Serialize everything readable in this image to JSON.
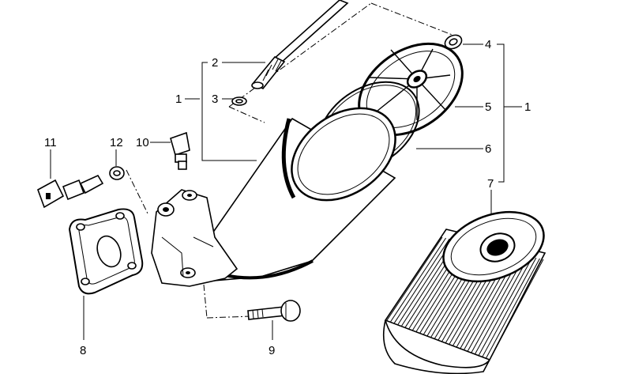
{
  "parts": [
    {
      "id": "p1a",
      "label": "1"
    },
    {
      "id": "p1b",
      "label": "1"
    },
    {
      "id": "p2",
      "label": "2"
    },
    {
      "id": "p3",
      "label": "3"
    },
    {
      "id": "p4",
      "label": "4"
    },
    {
      "id": "p5",
      "label": "5"
    },
    {
      "id": "p6",
      "label": "6"
    },
    {
      "id": "p7",
      "label": "7"
    },
    {
      "id": "p8",
      "label": "8"
    },
    {
      "id": "p9",
      "label": "9"
    },
    {
      "id": "p10",
      "label": "10"
    },
    {
      "id": "p11",
      "label": "11"
    },
    {
      "id": "p12",
      "label": "12"
    }
  ]
}
